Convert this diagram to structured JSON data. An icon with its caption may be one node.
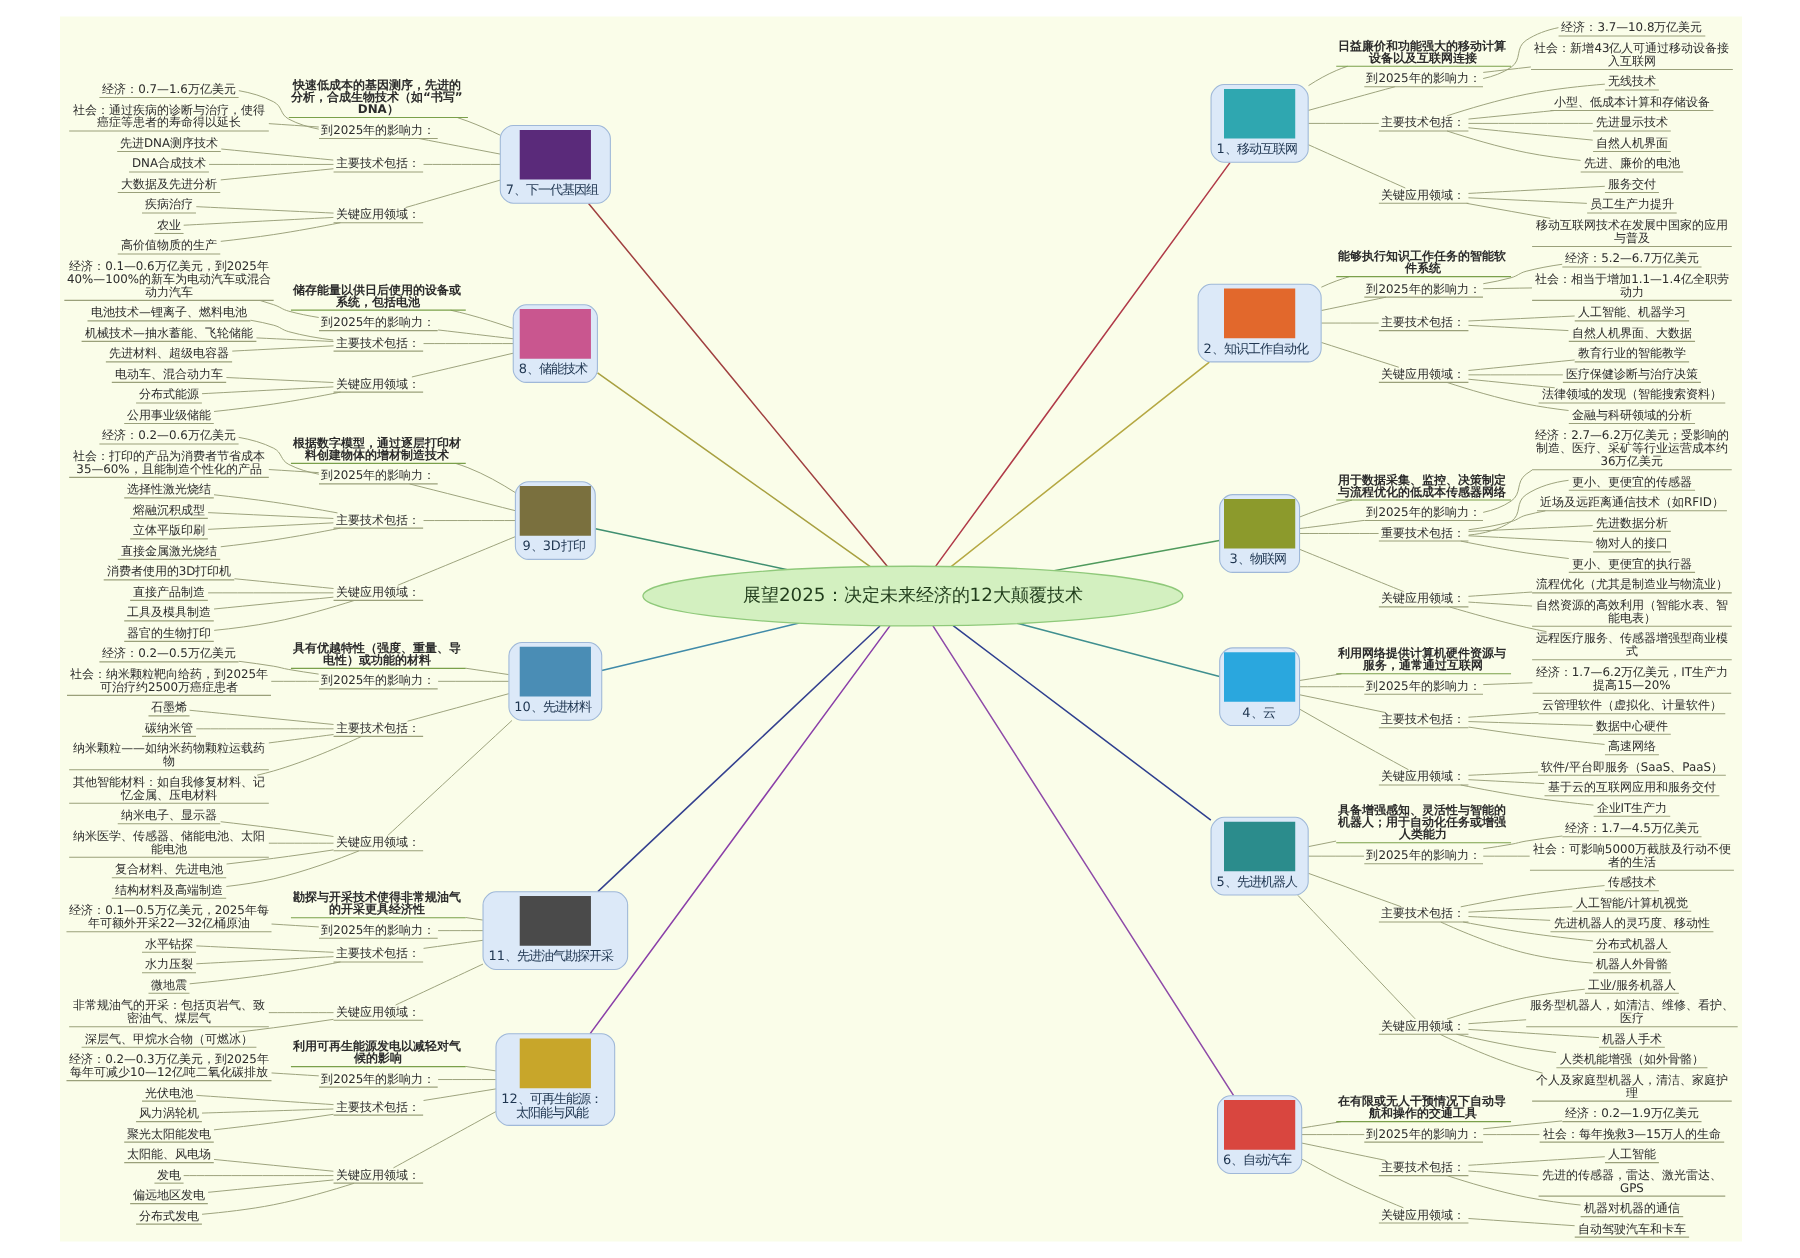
{
  "diagram": {
    "nodes": [
      {
        "text": [
          "展望2025：决定未来经济的12大颠覆技术"
        ]
      },
      {
        "text": [
          "1、移动互联网"
        ]
      },
      {
        "text": [
          "日益廉价和功能强大的移动计算设备以及互联网连接"
        ]
      },
      {
        "text": [
          "到2025年的影响力："
        ]
      },
      {
        "text": [
          "经济：3.7—10.8万亿美元"
        ]
      },
      {
        "text": [
          "社会：新增43亿人可通过移动设备接入互联网"
        ]
      },
      {
        "text": [
          "主要技术包括："
        ]
      },
      {
        "text": [
          "无线技术"
        ]
      },
      {
        "text": [
          "小型、低成本计算和存储设备"
        ]
      },
      {
        "text": [
          "先进显示技术"
        ]
      },
      {
        "text": [
          "自然人机界面"
        ]
      },
      {
        "text": [
          "先进、廉价的电池"
        ]
      },
      {
        "text": [
          "关键应用领域："
        ]
      },
      {
        "text": [
          "服务交付"
        ]
      },
      {
        "text": [
          "员工生产力提升"
        ]
      },
      {
        "text": [
          "移动互联网技术在发展中国家的应用与普及"
        ]
      },
      {
        "text": [
          "2、知识工作自动化"
        ]
      },
      {
        "text": [
          "能够执行知识工作任务的智能软件系统"
        ]
      },
      {
        "text": [
          "到2025年的影响力："
        ]
      },
      {
        "text": [
          "经济：5.2—6.7万亿美元"
        ]
      },
      {
        "text": [
          "社会：相当于增加1.1—1.4亿全职劳动力"
        ]
      },
      {
        "text": [
          "主要技术包括："
        ]
      },
      {
        "text": [
          "人工智能、机器学习"
        ]
      },
      {
        "text": [
          "自然人机界面、大数据"
        ]
      },
      {
        "text": [
          "关键应用领域："
        ]
      },
      {
        "text": [
          "教育行业的智能教学"
        ]
      },
      {
        "text": [
          "医疗保健诊断与治疗决策"
        ]
      },
      {
        "text": [
          "法律领域的发现（智能搜索资料）"
        ]
      },
      {
        "text": [
          "金融与科研领域的分析"
        ]
      },
      {
        "text": [
          "3、物联网"
        ]
      },
      {
        "text": [
          "用于数据采集、监控、决策制定与流程优化的低成本传感器网络"
        ]
      },
      {
        "text": [
          "到2025年的影响力："
        ]
      },
      {
        "text": [
          "经济：2.7—6.2万亿美元；受影响的制造、医疗、采矿等行业运营成本约36万亿美元"
        ]
      },
      {
        "text": [
          "重要技术包括："
        ]
      },
      {
        "text": [
          "更小、更便宜的传感器"
        ]
      },
      {
        "text": [
          "近场及远距离通信技术（如RFID）"
        ]
      },
      {
        "text": [
          "先进数据分析"
        ]
      },
      {
        "text": [
          "物对人的接口"
        ]
      },
      {
        "text": [
          "更小、更便宜的执行器"
        ]
      },
      {
        "text": [
          "关键应用领域："
        ]
      },
      {
        "text": [
          "流程优化（尤其是制造业与物流业）"
        ]
      },
      {
        "text": [
          "自然资源的高效利用（智能水表、智能电表）"
        ]
      },
      {
        "text": [
          "远程医疗服务、传感器增强型商业模式"
        ]
      },
      {
        "text": [
          "4、云"
        ]
      },
      {
        "text": [
          "利用网络提供计算机硬件资源与服务，通常通过互联网"
        ]
      },
      {
        "text": [
          "到2025年的影响力："
        ]
      },
      {
        "text": [
          "经济：1.7—6.2万亿美元，IT生产力提高15—20%"
        ]
      },
      {
        "text": [
          "主要技术包括："
        ]
      },
      {
        "text": [
          "云管理软件（虚拟化、计量软件）"
        ]
      },
      {
        "text": [
          "数据中心硬件"
        ]
      },
      {
        "text": [
          "高速网络"
        ]
      },
      {
        "text": [
          "关键应用领域："
        ]
      },
      {
        "text": [
          "软件/平台即服务（SaaS、PaaS）"
        ]
      },
      {
        "text": [
          "基于云的互联网应用和服务交付"
        ]
      },
      {
        "text": [
          "企业IT生产力"
        ]
      },
      {
        "text": [
          "5、先进机器人"
        ]
      },
      {
        "text": [
          "具备增强感知、灵活性与智能的机器人；用于自动化任务或增强人类能力"
        ]
      },
      {
        "text": [
          "到2025年的影响力："
        ]
      },
      {
        "text": [
          "经济：1.7—4.5万亿美元"
        ]
      },
      {
        "text": [
          "社会：可影响5000万截肢及行动不便者的生活"
        ]
      },
      {
        "text": [
          "主要技术包括："
        ]
      },
      {
        "text": [
          "传感技术"
        ]
      },
      {
        "text": [
          "人工智能/计算机视觉"
        ]
      },
      {
        "text": [
          "先进机器人的灵巧度、移动性"
        ]
      },
      {
        "text": [
          "分布式机器人"
        ]
      },
      {
        "text": [
          "机器人外骨骼"
        ]
      },
      {
        "text": [
          "关键应用领域："
        ]
      },
      {
        "text": [
          "工业/服务机器人"
        ]
      },
      {
        "text": [
          "服务型机器人，如清洁、维修、看护、医疗"
        ]
      },
      {
        "text": [
          "机器人手术"
        ]
      },
      {
        "text": [
          "人类机能增强（如外骨骼）"
        ]
      },
      {
        "text": [
          "个人及家庭型机器人，清洁、家庭护理"
        ]
      },
      {
        "text": [
          "6、自动汽车"
        ]
      },
      {
        "text": [
          "在有限或无人干预情况下自动导航和操作的交通工具"
        ]
      },
      {
        "text": [
          "到2025年的影响力："
        ]
      },
      {
        "text": [
          "经济：0.2—1.9万亿美元"
        ]
      },
      {
        "text": [
          "社会：每年挽救3—15万人的生命"
        ]
      },
      {
        "text": [
          "主要技术包括："
        ]
      },
      {
        "text": [
          "人工智能"
        ]
      },
      {
        "text": [
          "先进的传感器，雷达、激光雷达、GPS"
        ]
      },
      {
        "text": [
          "机器对机器的通信"
        ]
      },
      {
        "text": [
          "关键应用领域："
        ]
      },
      {
        "text": [
          "自动驾驶汽车和卡车"
        ]
      },
      {
        "text": [
          "7、下一代基因组"
        ]
      },
      {
        "text": [
          "快速低成本的基因测序，先进的分析，合成生物技术（如“书写”DNA）"
        ]
      },
      {
        "text": [
          "到2025年的影响力："
        ]
      },
      {
        "text": [
          "经济：0.7—1.6万亿美元"
        ]
      },
      {
        "text": [
          "社会：通过疾病的诊断与治疗，使得癌症等患者的寿命得以延长"
        ]
      },
      {
        "text": [
          "主要技术包括："
        ]
      },
      {
        "text": [
          "先进DNA测序技术"
        ]
      },
      {
        "text": [
          "DNA合成技术"
        ]
      },
      {
        "text": [
          "大数据及先进分析"
        ]
      },
      {
        "text": [
          "关键应用领域："
        ]
      },
      {
        "text": [
          "疾病治疗"
        ]
      },
      {
        "text": [
          "农业"
        ]
      },
      {
        "text": [
          "高价值物质的生产"
        ]
      },
      {
        "text": [
          "8、储能技术"
        ]
      },
      {
        "text": [
          "储存能量以供日后使用的设备或系统，包括电池"
        ]
      },
      {
        "text": [
          "到2025年的影响力："
        ]
      },
      {
        "text": [
          "经济：0.1—0.6万亿美元，到2025年40%—100%的新车为电动汽车或混合动力汽车"
        ]
      },
      {
        "text": [
          "主要技术包括："
        ]
      },
      {
        "text": [
          "电池技术—锂离子、燃料电池"
        ]
      },
      {
        "text": [
          "机械技术—抽水蓄能、飞轮储能"
        ]
      },
      {
        "text": [
          "先进材料、超级电容器"
        ]
      },
      {
        "text": [
          "关键应用领域："
        ]
      },
      {
        "text": [
          "电动车、混合动力车"
        ]
      },
      {
        "text": [
          "分布式能源"
        ]
      },
      {
        "text": [
          "公用事业级储能"
        ]
      },
      {
        "text": [
          "9、3D打印"
        ]
      },
      {
        "text": [
          "根据数字模型，通过逐层打印材料创建物体的增材制造技术"
        ]
      },
      {
        "text": [
          "到2025年的影响力："
        ]
      },
      {
        "text": [
          "经济：0.2—0.6万亿美元"
        ]
      },
      {
        "text": [
          "社会：打印的产品为消费者节省成本35—60%，且能制造个性化的产品"
        ]
      },
      {
        "text": [
          "主要技术包括："
        ]
      },
      {
        "text": [
          "选择性激光烧结"
        ]
      },
      {
        "text": [
          "熔融沉积成型"
        ]
      },
      {
        "text": [
          "立体平版印刷"
        ]
      },
      {
        "text": [
          "直接金属激光烧结"
        ]
      },
      {
        "text": [
          "关键应用领域："
        ]
      },
      {
        "text": [
          "消费者使用的3D打印机"
        ]
      },
      {
        "text": [
          "直接产品制造"
        ]
      },
      {
        "text": [
          "工具及模具制造"
        ]
      },
      {
        "text": [
          "器官的生物打印"
        ]
      },
      {
        "text": [
          "10、先进材料"
        ]
      },
      {
        "text": [
          "具有优越特性（强度、重量、导电性）或功能的材料"
        ]
      },
      {
        "text": [
          "到2025年的影响力："
        ]
      },
      {
        "text": [
          "经济：0.2—0.5万亿美元"
        ]
      },
      {
        "text": [
          "社会：纳米颗粒靶向给药，到2025年可治疗约2500万癌症患者"
        ]
      },
      {
        "text": [
          "主要技术包括："
        ]
      },
      {
        "text": [
          "石墨烯"
        ]
      },
      {
        "text": [
          "碳纳米管"
        ]
      },
      {
        "text": [
          "纳米颗粒——如纳米药物颗粒运载药物"
        ]
      },
      {
        "text": [
          "其他智能材料：如自我修复材料、记忆金属、压电材料"
        ]
      },
      {
        "text": [
          "关键应用领域："
        ]
      },
      {
        "text": [
          "纳米电子、显示器"
        ]
      },
      {
        "text": [
          "纳米医学、传感器、储能电池、太阳能电池"
        ]
      },
      {
        "text": [
          "复合材料、先进电池"
        ]
      },
      {
        "text": [
          "结构材料及高端制造"
        ]
      },
      {
        "text": [
          "11、先进油气勘探开采"
        ]
      },
      {
        "text": [
          "勘探与开采技术使得非常规油气的开采更具经济性"
        ]
      },
      {
        "text": [
          "到2025年的影响力："
        ]
      },
      {
        "text": [
          "经济：0.1—0.5万亿美元，2025年每年可额外开采22—32亿桶原油"
        ]
      },
      {
        "text": [
          "主要技术包括："
        ]
      },
      {
        "text": [
          "水平钻探"
        ]
      },
      {
        "text": [
          "水力压裂"
        ]
      },
      {
        "text": [
          "微地震"
        ]
      },
      {
        "text": [
          "关键应用领域："
        ]
      },
      {
        "text": [
          "非常规油气的开采：包括页岩气、致密油气、煤层气"
        ]
      },
      {
        "text": [
          "深层气、甲烷水合物（可燃冰）"
        ]
      },
      {
        "text": [
          "12、可再生能源：太阳能与风能"
        ]
      },
      {
        "text": [
          "利用可再生能源发电以减轻对气候的影响"
        ]
      },
      {
        "text": [
          "到2025年的影响力："
        ]
      },
      {
        "text": [
          "经济：0.2—0.3万亿美元，到2025年每年可减少10—12亿吨二氧化碳排放"
        ]
      },
      {
        "text": [
          "主要技术包括："
        ]
      },
      {
        "text": [
          "光伏电池"
        ]
      },
      {
        "text": [
          "风力涡轮机"
        ]
      },
      {
        "text": [
          "聚光太阳能发电"
        ]
      },
      {
        "text": [
          "关键应用领域："
        ]
      },
      {
        "text": [
          "太阳能、风电场"
        ]
      },
      {
        "text": [
          "发电"
        ]
      },
      {
        "text": [
          "偏远地区发电"
        ]
      },
      {
        "text": [
          "分布式发电"
        ]
      }
    ],
    "edges": [
      {
        "from": 0,
        "to": 1,
        "arrow": "none",
        "color": "#b03a48"
      },
      {
        "from": 1,
        "to": 2,
        "arrow": "none"
      },
      {
        "from": 1,
        "to": 3,
        "arrow": "none"
      },
      {
        "from": 3,
        "to": 4,
        "arrow": "none"
      },
      {
        "from": 3,
        "to": 5,
        "arrow": "none"
      },
      {
        "from": 1,
        "to": 6,
        "arrow": "none"
      },
      {
        "from": 6,
        "to": 7,
        "arrow": "none"
      },
      {
        "from": 6,
        "to": 8,
        "arrow": "none"
      },
      {
        "from": 6,
        "to": 9,
        "arrow": "none"
      },
      {
        "from": 6,
        "to": 10,
        "arrow": "none"
      },
      {
        "from": 6,
        "to": 11,
        "arrow": "none"
      },
      {
        "from": 1,
        "to": 12,
        "arrow": "none"
      },
      {
        "from": 12,
        "to": 13,
        "arrow": "none"
      },
      {
        "from": 12,
        "to": 14,
        "arrow": "none"
      },
      {
        "from": 12,
        "to": 15,
        "arrow": "none"
      },
      {
        "from": 0,
        "to": 16,
        "arrow": "none",
        "color": "#b5a842"
      },
      {
        "from": 16,
        "to": 17,
        "arrow": "none"
      },
      {
        "from": 16,
        "to": 18,
        "arrow": "none"
      },
      {
        "from": 18,
        "to": 19,
        "arrow": "none"
      },
      {
        "from": 18,
        "to": 20,
        "arrow": "none"
      },
      {
        "from": 16,
        "to": 21,
        "arrow": "none"
      },
      {
        "from": 21,
        "to": 22,
        "arrow": "none"
      },
      {
        "from": 21,
        "to": 23,
        "arrow": "none"
      },
      {
        "from": 16,
        "to": 24,
        "arrow": "none"
      },
      {
        "from": 24,
        "to": 25,
        "arrow": "none"
      },
      {
        "from": 24,
        "to": 26,
        "arrow": "none"
      },
      {
        "from": 24,
        "to": 27,
        "arrow": "none"
      },
      {
        "from": 24,
        "to": 28,
        "arrow": "none"
      },
      {
        "from": 0,
        "to": 29,
        "arrow": "none",
        "color": "#4f9a5c"
      },
      {
        "from": 29,
        "to": 30,
        "arrow": "none"
      },
      {
        "from": 29,
        "to": 31,
        "arrow": "none"
      },
      {
        "from": 31,
        "to": 32,
        "arrow": "none"
      },
      {
        "from": 29,
        "to": 33,
        "arrow": "none"
      },
      {
        "from": 33,
        "to": 34,
        "arrow": "none"
      },
      {
        "from": 33,
        "to": 35,
        "arrow": "none"
      },
      {
        "from": 33,
        "to": 36,
        "arrow": "none"
      },
      {
        "from": 33,
        "to": 37,
        "arrow": "none"
      },
      {
        "from": 33,
        "to": 38,
        "arrow": "none"
      },
      {
        "from": 29,
        "to": 39,
        "arrow": "none"
      },
      {
        "from": 39,
        "to": 40,
        "arrow": "none"
      },
      {
        "from": 39,
        "to": 41,
        "arrow": "none"
      },
      {
        "from": 39,
        "to": 42,
        "arrow": "none"
      },
      {
        "from": 0,
        "to": 43,
        "arrow": "none",
        "color": "#3f8f8f"
      },
      {
        "from": 43,
        "to": 44,
        "arrow": "none"
      },
      {
        "from": 43,
        "to": 45,
        "arrow": "none"
      },
      {
        "from": 45,
        "to": 46,
        "arrow": "none"
      },
      {
        "from": 43,
        "to": 47,
        "arrow": "none"
      },
      {
        "from": 47,
        "to": 48,
        "arrow": "none"
      },
      {
        "from": 47,
        "to": 49,
        "arrow": "none"
      },
      {
        "from": 47,
        "to": 50,
        "arrow": "none"
      },
      {
        "from": 43,
        "to": 51,
        "arrow": "none"
      },
      {
        "from": 51,
        "to": 52,
        "arrow": "none"
      },
      {
        "from": 51,
        "to": 53,
        "arrow": "none"
      },
      {
        "from": 51,
        "to": 54,
        "arrow": "none"
      },
      {
        "from": 0,
        "to": 55,
        "arrow": "none",
        "color": "#2e3f8f"
      },
      {
        "from": 55,
        "to": 56,
        "arrow": "none"
      },
      {
        "from": 55,
        "to": 57,
        "arrow": "none"
      },
      {
        "from": 57,
        "to": 58,
        "arrow": "none"
      },
      {
        "from": 57,
        "to": 59,
        "arrow": "none"
      },
      {
        "from": 55,
        "to": 60,
        "arrow": "none"
      },
      {
        "from": 60,
        "to": 61,
        "arrow": "none"
      },
      {
        "from": 60,
        "to": 62,
        "arrow": "none"
      },
      {
        "from": 60,
        "to": 63,
        "arrow": "none"
      },
      {
        "from": 60,
        "to": 64,
        "arrow": "none"
      },
      {
        "from": 60,
        "to": 65,
        "arrow": "none"
      },
      {
        "from": 55,
        "to": 66,
        "arrow": "none"
      },
      {
        "from": 66,
        "to": 67,
        "arrow": "none"
      },
      {
        "from": 66,
        "to": 68,
        "arrow": "none"
      },
      {
        "from": 66,
        "to": 69,
        "arrow": "none"
      },
      {
        "from": 66,
        "to": 70,
        "arrow": "none"
      },
      {
        "from": 66,
        "to": 71,
        "arrow": "none"
      },
      {
        "from": 0,
        "to": 72,
        "arrow": "none",
        "color": "#8e4aa8"
      },
      {
        "from": 72,
        "to": 73,
        "arrow": "none"
      },
      {
        "from": 72,
        "to": 74,
        "arrow": "none"
      },
      {
        "from": 74,
        "to": 75,
        "arrow": "none"
      },
      {
        "from": 74,
        "to": 76,
        "arrow": "none"
      },
      {
        "from": 72,
        "to": 77,
        "arrow": "none"
      },
      {
        "from": 77,
        "to": 78,
        "arrow": "none"
      },
      {
        "from": 77,
        "to": 79,
        "arrow": "none"
      },
      {
        "from": 77,
        "to": 80,
        "arrow": "none"
      },
      {
        "from": 72,
        "to": 81,
        "arrow": "none"
      },
      {
        "from": 81,
        "to": 82,
        "arrow": "none"
      },
      {
        "from": 83,
        "to": 0,
        "arrow": "none",
        "color": "#a04040"
      },
      {
        "from": 84,
        "to": 83,
        "arrow": "none"
      },
      {
        "from": 85,
        "to": 83,
        "arrow": "none"
      },
      {
        "from": 86,
        "to": 85,
        "arrow": "none"
      },
      {
        "from": 87,
        "to": 85,
        "arrow": "none"
      },
      {
        "from": 88,
        "to": 83,
        "arrow": "none"
      },
      {
        "from": 89,
        "to": 88,
        "arrow": "none"
      },
      {
        "from": 90,
        "to": 88,
        "arrow": "none"
      },
      {
        "from": 91,
        "to": 88,
        "arrow": "none"
      },
      {
        "from": 92,
        "to": 83,
        "arrow": "none"
      },
      {
        "from": 93,
        "to": 92,
        "arrow": "none"
      },
      {
        "from": 94,
        "to": 92,
        "arrow": "none"
      },
      {
        "from": 95,
        "to": 92,
        "arrow": "none"
      },
      {
        "from": 96,
        "to": 0,
        "arrow": "none",
        "color": "#a8a040"
      },
      {
        "from": 97,
        "to": 96,
        "arrow": "none"
      },
      {
        "from": 98,
        "to": 96,
        "arrow": "none"
      },
      {
        "from": 99,
        "to": 98,
        "arrow": "none"
      },
      {
        "from": 100,
        "to": 96,
        "arrow": "none"
      },
      {
        "from": 101,
        "to": 100,
        "arrow": "none"
      },
      {
        "from": 102,
        "to": 100,
        "arrow": "none"
      },
      {
        "from": 103,
        "to": 100,
        "arrow": "none"
      },
      {
        "from": 104,
        "to": 96,
        "arrow": "none"
      },
      {
        "from": 105,
        "to": 104,
        "arrow": "none"
      },
      {
        "from": 106,
        "to": 104,
        "arrow": "none"
      },
      {
        "from": 107,
        "to": 104,
        "arrow": "none"
      },
      {
        "from": 108,
        "to": 0,
        "arrow": "none",
        "color": "#3f8f70"
      },
      {
        "from": 109,
        "to": 108,
        "arrow": "none"
      },
      {
        "from": 110,
        "to": 108,
        "arrow": "none"
      },
      {
        "from": 111,
        "to": 110,
        "arrow": "none"
      },
      {
        "from": 112,
        "to": 110,
        "arrow": "none"
      },
      {
        "from": 113,
        "to": 108,
        "arrow": "none"
      },
      {
        "from": 114,
        "to": 113,
        "arrow": "none"
      },
      {
        "from": 115,
        "to": 113,
        "arrow": "none"
      },
      {
        "from": 116,
        "to": 113,
        "arrow": "none"
      },
      {
        "from": 117,
        "to": 113,
        "arrow": "none"
      },
      {
        "from": 118,
        "to": 108,
        "arrow": "none"
      },
      {
        "from": 119,
        "to": 118,
        "arrow": "none"
      },
      {
        "from": 120,
        "to": 118,
        "arrow": "none"
      },
      {
        "from": 121,
        "to": 118,
        "arrow": "none"
      },
      {
        "from": 122,
        "to": 118,
        "arrow": "none"
      },
      {
        "from": 123,
        "to": 0,
        "arrow": "none",
        "color": "#3f8aa8"
      },
      {
        "from": 124,
        "to": 123,
        "arrow": "none"
      },
      {
        "from": 125,
        "to": 123,
        "arrow": "none"
      },
      {
        "from": 126,
        "to": 125,
        "arrow": "none"
      },
      {
        "from": 127,
        "to": 125,
        "arrow": "none"
      },
      {
        "from": 128,
        "to": 123,
        "arrow": "none"
      },
      {
        "from": 129,
        "to": 128,
        "arrow": "none"
      },
      {
        "from": 130,
        "to": 128,
        "arrow": "none"
      },
      {
        "from": 131,
        "to": 128,
        "arrow": "none"
      },
      {
        "from": 132,
        "to": 128,
        "arrow": "none"
      },
      {
        "from": 133,
        "to": 123,
        "arrow": "none"
      },
      {
        "from": 134,
        "to": 133,
        "arrow": "none"
      },
      {
        "from": 135,
        "to": 133,
        "arrow": "none"
      },
      {
        "from": 136,
        "to": 133,
        "arrow": "none"
      },
      {
        "from": 137,
        "to": 133,
        "arrow": "none"
      },
      {
        "from": 138,
        "to": 0,
        "arrow": "none",
        "color": "#34408f"
      },
      {
        "from": 139,
        "to": 138,
        "arrow": "none"
      },
      {
        "from": 140,
        "to": 138,
        "arrow": "none"
      },
      {
        "from": 141,
        "to": 140,
        "arrow": "none"
      },
      {
        "from": 142,
        "to": 138,
        "arrow": "none"
      },
      {
        "from": 143,
        "to": 142,
        "arrow": "none"
      },
      {
        "from": 144,
        "to": 142,
        "arrow": "none"
      },
      {
        "from": 145,
        "to": 142,
        "arrow": "none"
      },
      {
        "from": 146,
        "to": 138,
        "arrow": "none"
      },
      {
        "from": 147,
        "to": 146,
        "arrow": "none"
      },
      {
        "from": 148,
        "to": 146,
        "arrow": "none"
      },
      {
        "from": 149,
        "to": 0,
        "arrow": "none",
        "color": "#8a3fa8"
      },
      {
        "from": 150,
        "to": 149,
        "arrow": "none"
      },
      {
        "from": 151,
        "to": 149,
        "arrow": "none"
      },
      {
        "from": 152,
        "to": 151,
        "arrow": "none"
      },
      {
        "from": 153,
        "to": 149,
        "arrow": "none"
      },
      {
        "from": 154,
        "to": 153,
        "arrow": "none"
      },
      {
        "from": 155,
        "to": 153,
        "arrow": "none"
      },
      {
        "from": 156,
        "to": 153,
        "arrow": "none"
      },
      {
        "from": 157,
        "to": 149,
        "arrow": "none"
      },
      {
        "from": 158,
        "to": 157,
        "arrow": "none"
      },
      {
        "from": 159,
        "to": 157,
        "arrow": "none"
      },
      {
        "from": 160,
        "to": 157,
        "arrow": "none"
      },
      {
        "from": 161,
        "to": 157,
        "arrow": "none"
      }
    ]
  }
}
